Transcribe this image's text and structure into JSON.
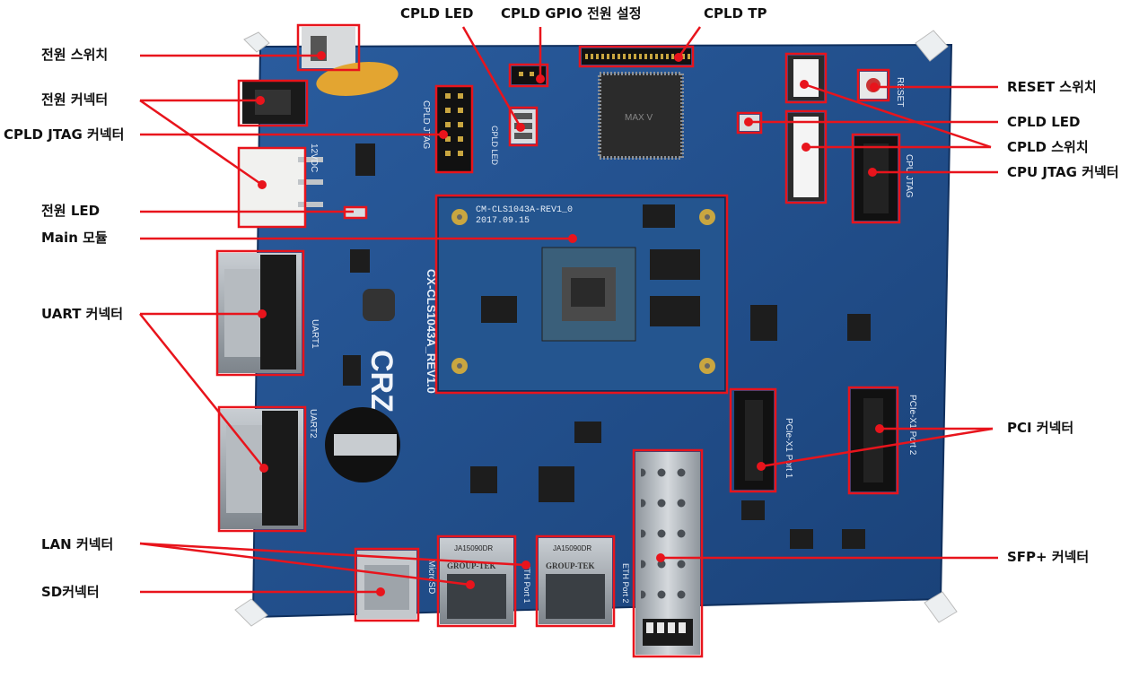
{
  "labels_left": [
    {
      "id": "power-switch",
      "text": "전원 스위치"
    },
    {
      "id": "power-connector",
      "text": "전원 커넥터"
    },
    {
      "id": "cpld-jtag",
      "text": "CPLD JTAG 커넥터"
    },
    {
      "id": "power-led",
      "text": "전원 LED"
    },
    {
      "id": "main-module",
      "text": "Main 모듈"
    },
    {
      "id": "uart",
      "text": "UART 커넥터"
    },
    {
      "id": "lan",
      "text": "LAN 커넥터"
    },
    {
      "id": "sd",
      "text": "SD커넥터"
    }
  ],
  "labels_top": [
    {
      "id": "cpld-led-top",
      "text": "CPLD   LED"
    },
    {
      "id": "cpld-gpio",
      "text": "CPLD GPIO 전원 설정"
    },
    {
      "id": "cpld-tp",
      "text": "CPLD   TP"
    }
  ],
  "labels_right": [
    {
      "id": "reset",
      "text": "RESET 스위치"
    },
    {
      "id": "cpld-led-right",
      "text": "CPLD   LED"
    },
    {
      "id": "cpld-switch",
      "text": "CPLD 스위치"
    },
    {
      "id": "cpu-jtag",
      "text": "CPU JTAG 커넥터"
    },
    {
      "id": "pci",
      "text": "PCI 커넥터"
    },
    {
      "id": "sfp",
      "text": "SFP+ 커넥터"
    }
  ],
  "board_text": {
    "module_line1": "CM-CLS1043A-REV1_0",
    "module_line2": "2017.09.15",
    "module_side": "CX-CLS1043A_REV1.0",
    "brand": "CRZ",
    "uart1": "UART1",
    "uart2": "UART2",
    "cpld_jtag_silk": "CPLD JTAG",
    "cpld_led_silk": "CPLD LED",
    "cpu_jtag_silk": "CPU JTAG",
    "reset_silk": "RESET",
    "pcie1": "PCIe-X1 Port 1",
    "pcie2": "PCIe-X1 Port 2",
    "eth1": "ETH Port 1",
    "eth2": "ETH Port 2",
    "micro_sd": "MicroSD",
    "v12": "12VDC",
    "lan_code": "JA15090DR",
    "lan_brand": "GROUP-TEK",
    "chip_brand": "MAX V"
  },
  "colors": {
    "board": "#1f4e8c",
    "callout": "#e8141c",
    "gold": "#c9a640",
    "chip": "#2b2b2b",
    "metal": "#9aa0a6"
  }
}
